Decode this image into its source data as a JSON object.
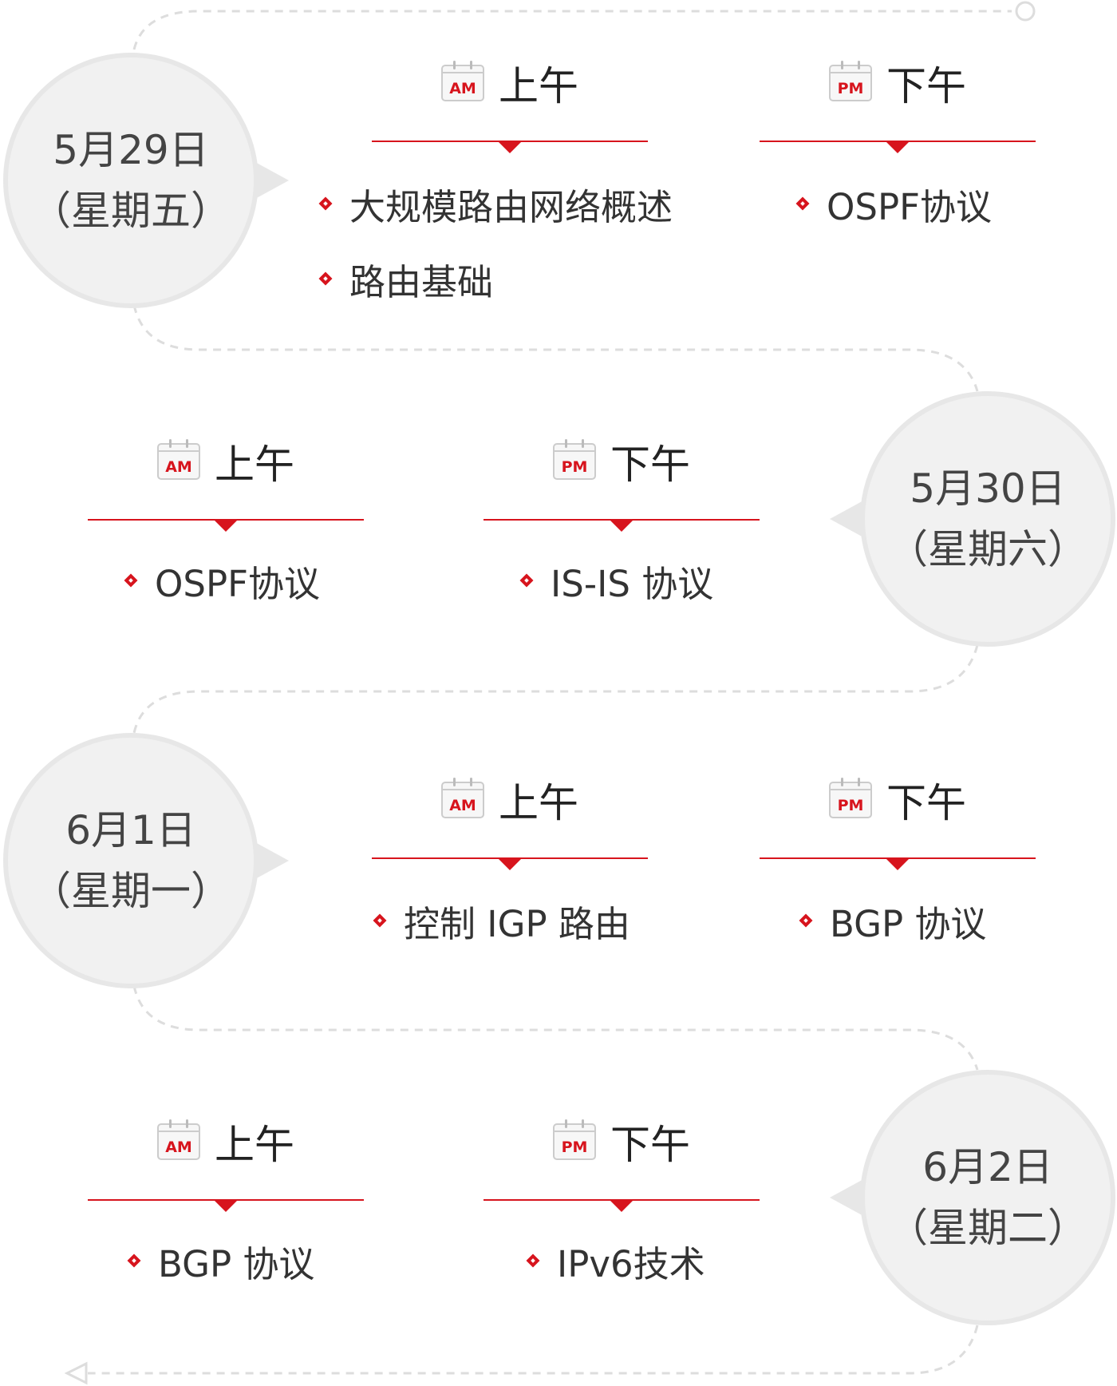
{
  "days": [
    {
      "date": "5月29日",
      "weekday": "（星期五）",
      "am": {
        "tag": "AM",
        "label": "上午",
        "topics": [
          "大规模路由网络概述",
          "路由基础"
        ]
      },
      "pm": {
        "tag": "PM",
        "label": "下午",
        "topics": [
          "OSPF协议"
        ]
      }
    },
    {
      "date": "5月30日",
      "weekday": "（星期六）",
      "am": {
        "tag": "AM",
        "label": "上午",
        "topics": [
          "OSPF协议"
        ]
      },
      "pm": {
        "tag": "PM",
        "label": "下午",
        "topics": [
          "IS-IS 协议"
        ]
      }
    },
    {
      "date": "6月1日",
      "weekday": "（星期一）",
      "am": {
        "tag": "AM",
        "label": "上午",
        "topics": [
          "控制 IGP 路由"
        ]
      },
      "pm": {
        "tag": "PM",
        "label": "下午",
        "topics": [
          "BGP 协议"
        ]
      }
    },
    {
      "date": "6月2日",
      "weekday": "（星期二）",
      "am": {
        "tag": "AM",
        "label": "上午",
        "topics": [
          "BGP 协议"
        ]
      },
      "pm": {
        "tag": "PM",
        "label": "下午",
        "topics": [
          "IPv6技术"
        ]
      }
    }
  ],
  "colors": {
    "accent": "#d7141d",
    "bubble": "#f1f1f1",
    "connector": "#dddddd"
  }
}
